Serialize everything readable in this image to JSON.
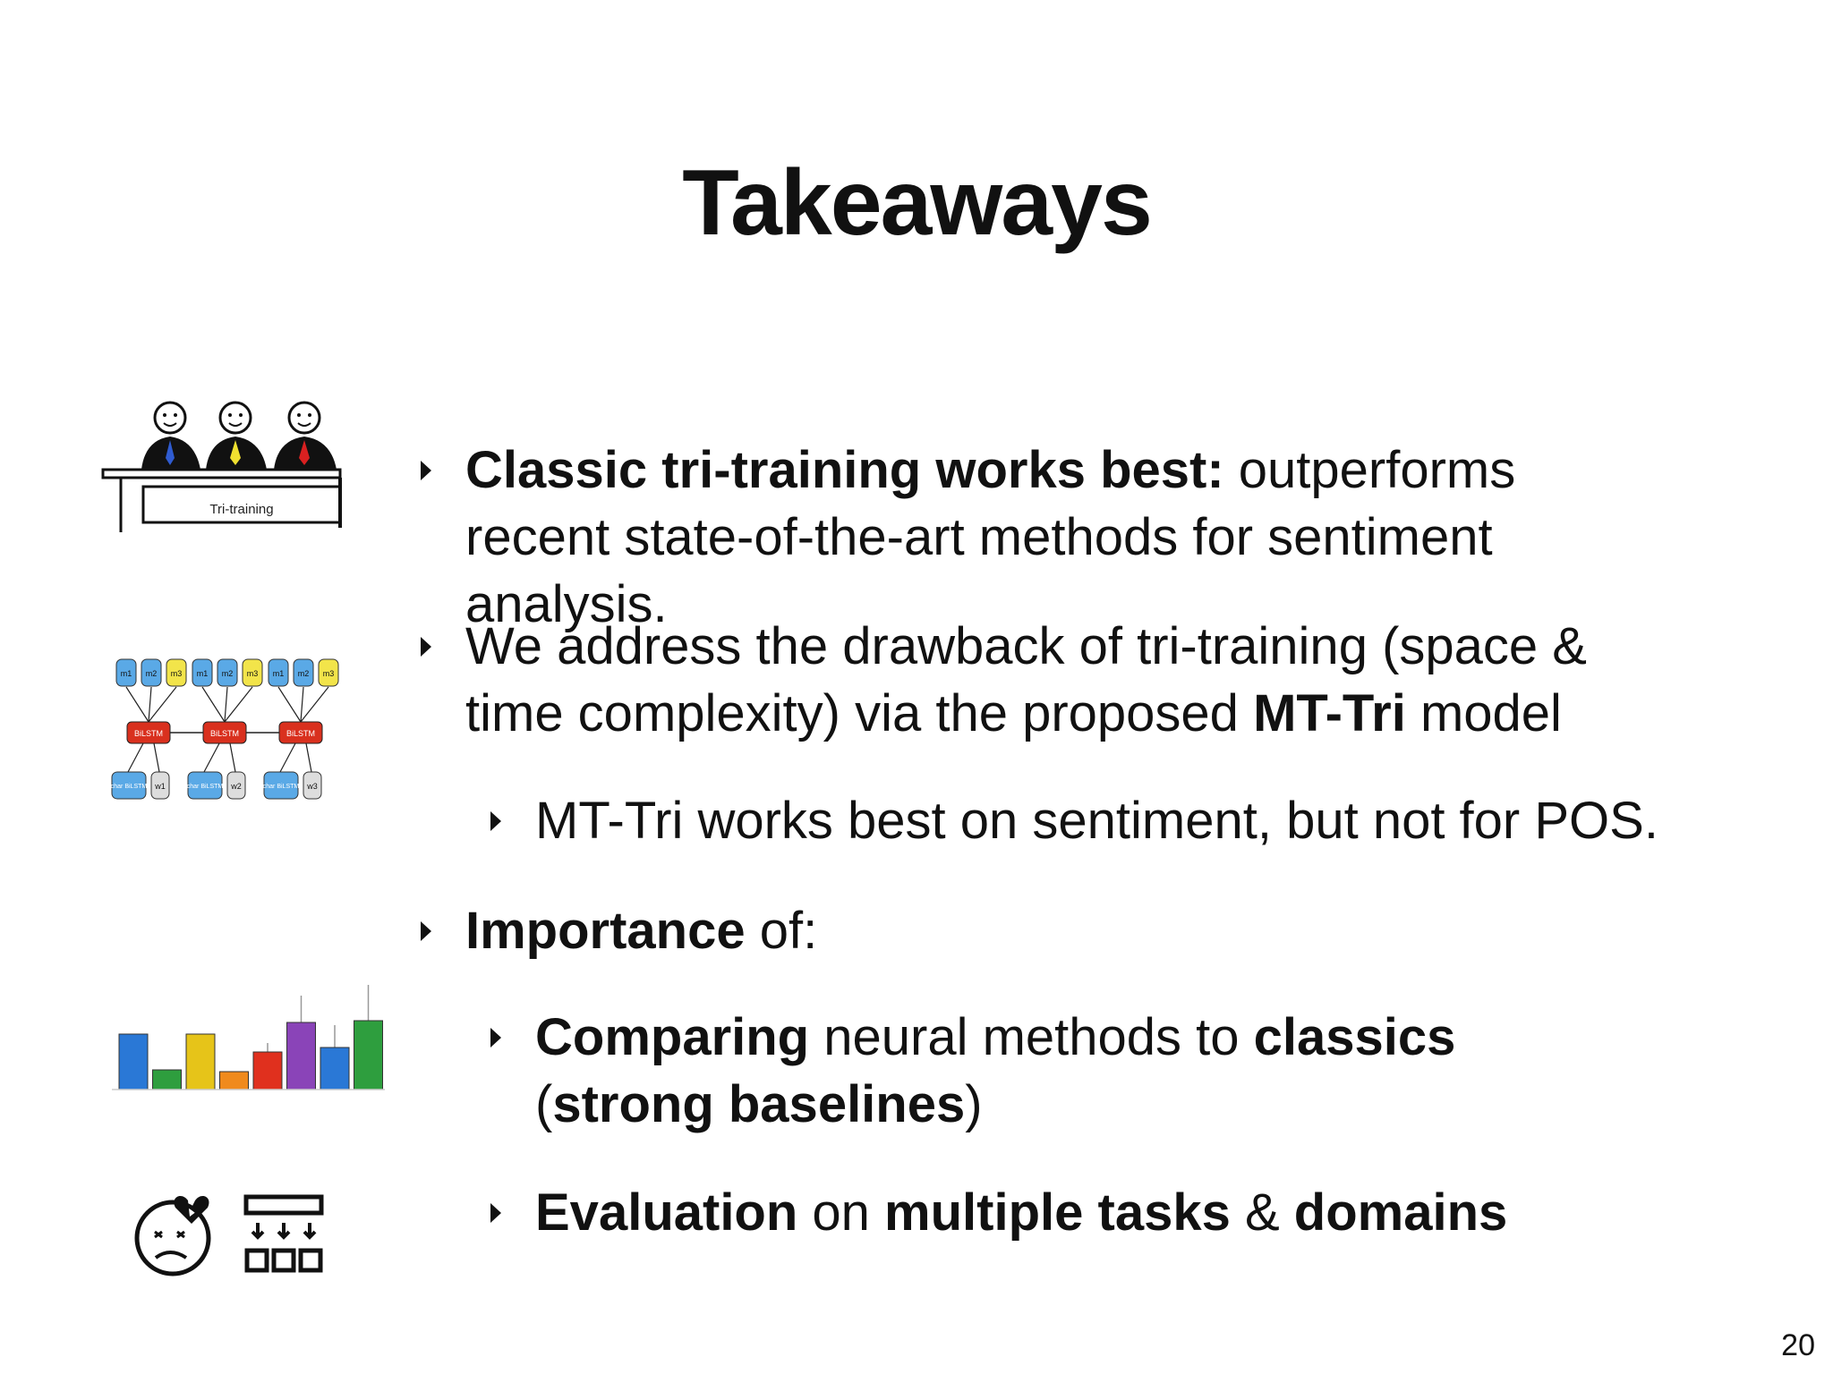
{
  "slide": {
    "title": "Takeaways",
    "page_number": "20"
  },
  "bullets": [
    {
      "bold": "Classic tri-training works best:",
      "rest": " outperforms recent state-of-the-art methods for sentiment analysis."
    },
    {
      "pre": "We address the drawback of tri-training (space & time complexity) via the proposed ",
      "bold": "MT-Tri",
      "post": " model"
    },
    {
      "text": "MT-Tri works best on sentiment, but not for POS."
    },
    {
      "bold": "Importance",
      "rest": " of:"
    },
    {
      "b1": "Comparing",
      "t1": " neural methods to ",
      "b2": "classics",
      "t2": " (",
      "b3": "strong baselines",
      "t3": ")"
    },
    {
      "b1": "Evaluation",
      "t1": " on ",
      "b2": "multiple tasks",
      "t2": " & ",
      "b3": "domains"
    }
  ],
  "icons": {
    "judges": {
      "name": "tri-training-judges-icon",
      "label": "Tri-training"
    },
    "network": {
      "name": "mt-tri-network-icon",
      "output_labels": [
        "m1",
        "m2",
        "m3",
        "m1",
        "m2",
        "m3",
        "m1",
        "m2",
        "m3"
      ],
      "bilstm_label": "BiLSTM",
      "char_label": "char BiLSTM",
      "word_labels": [
        "w1",
        "w2",
        "w3"
      ],
      "colors": {
        "blue": "#5aa9e6",
        "yellow": "#f2e44a",
        "red": "#d9301e",
        "gray": "#dddddd"
      }
    },
    "bar_chart": {
      "name": "bar-chart-icon",
      "bar_colors": [
        "#2a78d6",
        "#2e9e3e",
        "#e6c419",
        "#f08a1c",
        "#e0301e",
        "#8a44b8",
        "#2a78d6",
        "#2e9e3e"
      ]
    },
    "sad_face": {
      "name": "sad-face-broken-heart-icon"
    },
    "evaluation": {
      "name": "evaluation-grid-icon"
    }
  }
}
